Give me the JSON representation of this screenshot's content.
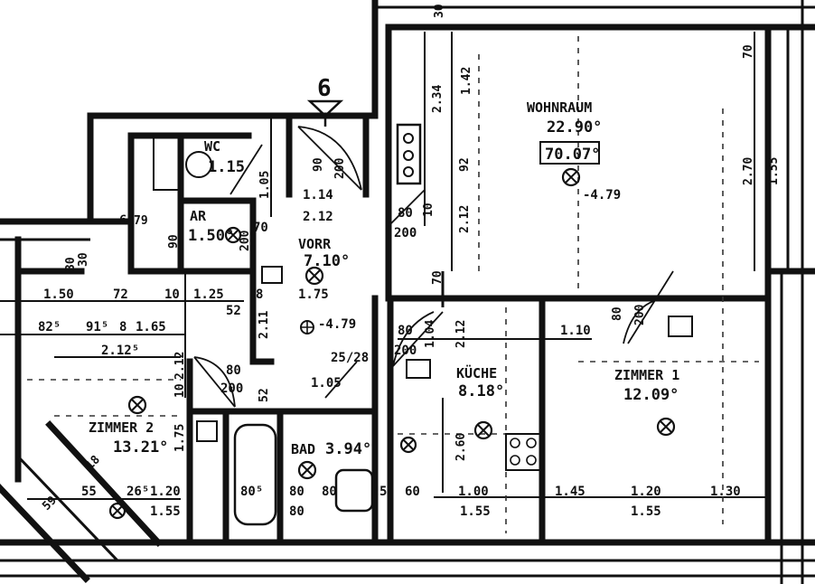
{
  "rooms": {
    "wohnraum": {
      "name": "WOHNRAUM",
      "area": "22.90°",
      "ceiling": "70.07°"
    },
    "zimmer1": {
      "name": "ZIMMER 1",
      "area": "12.09°"
    },
    "zimmer2": {
      "name": "ZIMMER 2",
      "area": "13.21°"
    },
    "kueche": {
      "name": "KÜCHE",
      "area": "8.18°"
    },
    "bad": {
      "name": "BAD",
      "area": "3.94°"
    },
    "wc": {
      "name": "WC",
      "area": "1.15"
    },
    "ar": {
      "name": "AR",
      "area": "1.50°"
    },
    "vorr": {
      "name": "VORR",
      "area": "7.10°"
    }
  },
  "section_marker": "6",
  "levels": {
    "wohnraum": "-4.79",
    "vorr": "-4.79"
  },
  "dimensions": {
    "d_30_top": "30",
    "d_70_right": "70",
    "d_270": "2.70",
    "d_155_right": "1.55",
    "d_234": "2.34",
    "d_142": "1.42",
    "d_92": "92",
    "d_212_mid": "2.12",
    "d_70_mid": "70",
    "d_90_vorr": "90",
    "d_200_vorr": "200",
    "d_114": "1.14",
    "d_212_vorr": "2.12",
    "d_105": "1.05",
    "d_80_door": "80",
    "d_200_door": "200",
    "d_10": "10",
    "d_90_ar": "90",
    "d_70_ar": "70",
    "d_200_ar": "200",
    "d_150": "1.50",
    "d_30": "30",
    "d_72": "72",
    "d_10b": "10",
    "d_125": "1.25",
    "d_8": "8",
    "d_175": "1.75",
    "d_82": "82⁵",
    "d_91": "91⁵",
    "d_8b": "8",
    "d_165": "1.65",
    "d_52": "52",
    "d_211": "2.11",
    "d_212b": "2.12⁵",
    "d_212_z2": "2.12",
    "d_80_z2": "80",
    "d_200_z2": "200",
    "d_10_z2": "10",
    "d_175_z2": "1.75",
    "d_52b": "52",
    "d_80_k": "80",
    "d_200_k": "200",
    "d_104": "1.04",
    "d_212_k": "2.12",
    "d_80_z1": "80",
    "d_200_z1": "200",
    "d_110": "1.10",
    "d_25": "25/28",
    "d_105_bad": "1.05",
    "d_260": "2.60",
    "d_805": "80⁵",
    "d_80_b1": "80",
    "d_80_b2": "80",
    "d_80_b3": "80",
    "d_5": "5",
    "d_60": "60",
    "d_100": "1.00",
    "d_155_k": "1.55",
    "d_145": "1.45",
    "d_120_z1": "1.20",
    "d_155_z1": "1.55",
    "d_130": "1.30",
    "d_55": "55",
    "d_26": "26⁵",
    "d_120_z2": "1.20",
    "d_155_z2": "1.55",
    "d_59": "59",
    "d_79": "79",
    "d_18": "18",
    "d_30b": "30",
    "d_6": "6"
  }
}
